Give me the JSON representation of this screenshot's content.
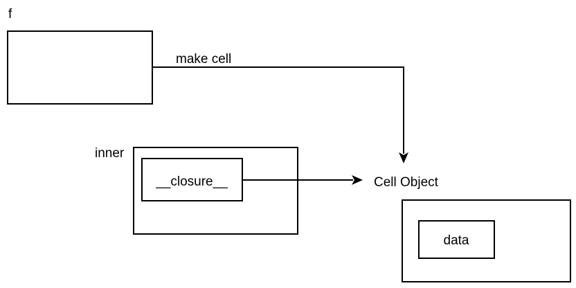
{
  "diagram": {
    "function_label": "f",
    "edge_label": "make cell",
    "inner_label": "inner",
    "closure_label": "__closure__",
    "cell_object_label": "Cell Object",
    "data_label": "data"
  }
}
